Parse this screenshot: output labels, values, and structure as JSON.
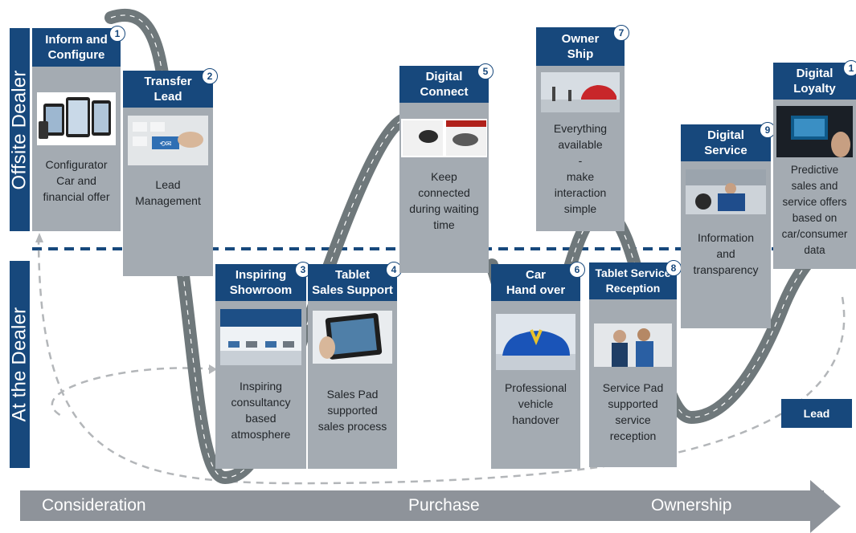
{
  "zones": {
    "offsite": "Offsite Dealer",
    "at_dealer": "At the Dealer"
  },
  "cards": [
    {
      "id": "c1",
      "number": "1",
      "title1": "Inform and",
      "title2": "Configure",
      "text": [
        "Configurator",
        "Car and",
        "financial offer"
      ]
    },
    {
      "id": "c2",
      "number": "2",
      "title1": "Transfer",
      "title2": "Lead",
      "text": [
        "Lead",
        "Management"
      ]
    },
    {
      "id": "c3",
      "number": "3",
      "title1": "Inspiring",
      "title2": "Showroom",
      "text": [
        "Inspiring",
        "consultancy",
        "based",
        "atmosphere"
      ]
    },
    {
      "id": "c4",
      "number": "4",
      "title1": "Tablet",
      "title2": "Sales Support",
      "text": [
        "Sales Pad",
        "supported",
        "sales process"
      ]
    },
    {
      "id": "c5",
      "number": "5",
      "title1": "Digital",
      "title2": "Connect",
      "text": [
        "Keep",
        "connected",
        "during waiting",
        "time"
      ]
    },
    {
      "id": "c6",
      "number": "6",
      "title1": "Car",
      "title2": "Hand over",
      "text": [
        "Professional",
        "vehicle",
        "handover"
      ]
    },
    {
      "id": "c7",
      "number": "7",
      "title1": "Owner",
      "title2": "Ship",
      "text": [
        "Everything",
        "available",
        "-",
        "make",
        "interaction",
        "simple"
      ]
    },
    {
      "id": "c8",
      "number": "8",
      "title1": "Tablet Service",
      "title2": "Reception",
      "text": [
        "Service Pad",
        "supported",
        "service",
        "reception"
      ]
    },
    {
      "id": "c9",
      "number": "9",
      "title1": "Digital",
      "title2": "Service",
      "text": [
        "Information",
        "and",
        "transparency"
      ]
    },
    {
      "id": "c10",
      "number": "1",
      "title1": "Digital",
      "title2": "Loyalty",
      "text": [
        "Predictive",
        "sales and",
        "service offers",
        "based on",
        "car/consumer",
        "data"
      ]
    }
  ],
  "lead_label": "Lead",
  "phases": [
    "Consideration",
    "Purchase",
    "Ownership"
  ],
  "colors": {
    "header_blue": "#17487c",
    "card_gray": "#a4abb2",
    "road_gray": "#7c8588",
    "arrow_gray": "#8e939a"
  }
}
